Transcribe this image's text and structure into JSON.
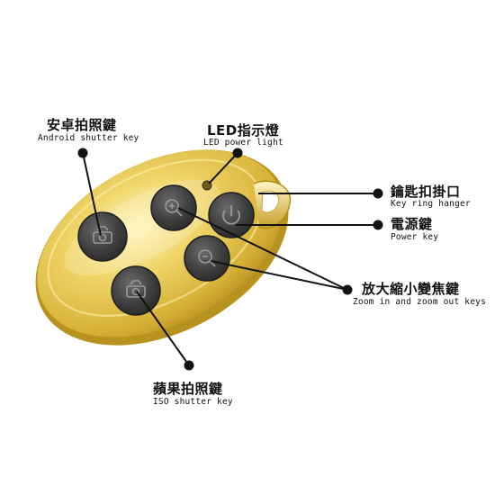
{
  "labels": {
    "android": {
      "zh": "安卓拍照鍵",
      "en": "Android shutter key"
    },
    "led": {
      "zh": "LED指示燈",
      "en": "LED power light"
    },
    "keyring": {
      "zh": "鑰匙扣掛口",
      "en": "Key ring hanger"
    },
    "power": {
      "zh": "電源鍵",
      "en": "Power key"
    },
    "zoom": {
      "zh": "放大縮小變焦鍵",
      "en": "Zoom in and zoom out keys"
    },
    "ios": {
      "zh": "蘋果拍照鍵",
      "en": "ISO shutter key"
    }
  },
  "colors": {
    "body_gold": "#e2c24a",
    "body_highlight": "#fbf1b8",
    "body_shadow": "#b08a1c",
    "button_dark": "#3f3f3f",
    "leader_line": "#111111"
  },
  "icons": {
    "android_key": "android-camera-icon",
    "ios_key": "apple-camera-icon",
    "zoom_in_key": "zoom-in-icon",
    "zoom_out_key": "zoom-out-icon",
    "power_key": "power-icon"
  }
}
